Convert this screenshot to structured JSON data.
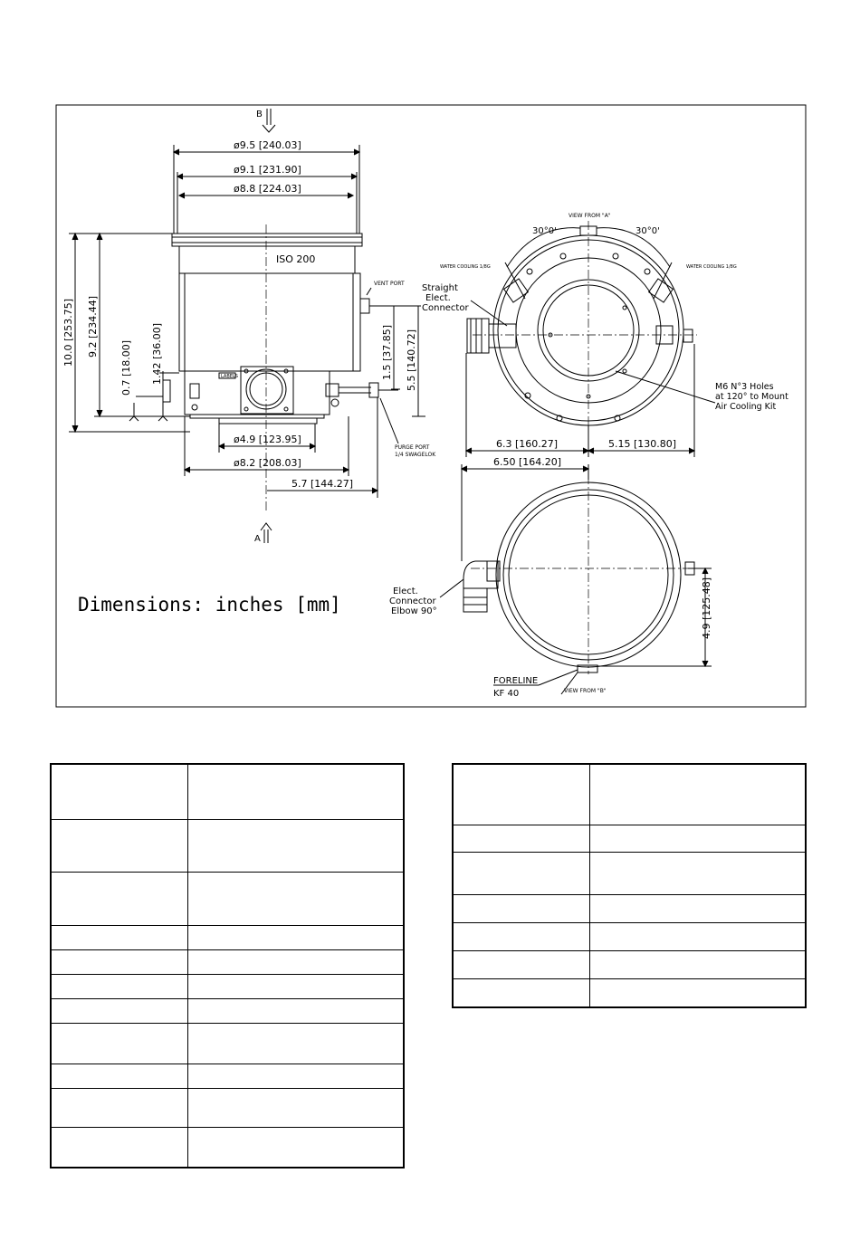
{
  "drawing": {
    "markers": {
      "top_view": "B",
      "bottom_view": "A"
    },
    "side_view": {
      "flange_label": "ISO 200",
      "vent_port": "VENT PORT",
      "purge_port_line1": "PURGE PORT",
      "purge_port_line2": "1/4 SWAGELOK",
      "small_label": "LABELS",
      "dims_horizontal": [
        "ø9.5 [240.03]",
        "ø9.1 [231.90]",
        "ø8.8 [224.03]",
        "ø4.9 [123.95]",
        "ø8.2 [208.03]",
        "5.7 [144.27]"
      ],
      "dims_vertical": [
        "10.0 [253.75]",
        "9.2 [234.44]",
        "1.42 [36.00]",
        "0.7 [18.00]",
        "1.5 [37.85]",
        "5.5 [140.72]"
      ]
    },
    "view_a": {
      "title": "VIEW FROM \"A\"",
      "angle_left": "30°0'",
      "angle_right": "30°0'",
      "water_left": "WATER COOLING 1/8G",
      "water_right": "WATER COOLING 1/8G",
      "connector": [
        "Straight",
        "Elect.",
        "Connector"
      ],
      "holes_note": [
        "M6 N°3 Holes",
        "at 120° to Mount",
        "Air Cooling Kit"
      ],
      "dim_left": "6.3 [160.27]",
      "dim_right": "5.15 [130.80]"
    },
    "view_b": {
      "title": "VIEW FROM \"B\"",
      "dim_top": "6.50 [164.20]",
      "dim_vertical": "4.9 [125.48]",
      "connector": [
        "Elect.",
        "Connector",
        "Elbow 90°"
      ],
      "foreline_line1": "FORELINE",
      "foreline_line2": "KF 40"
    },
    "units_note": "Dimensions: inches [mm]"
  }
}
